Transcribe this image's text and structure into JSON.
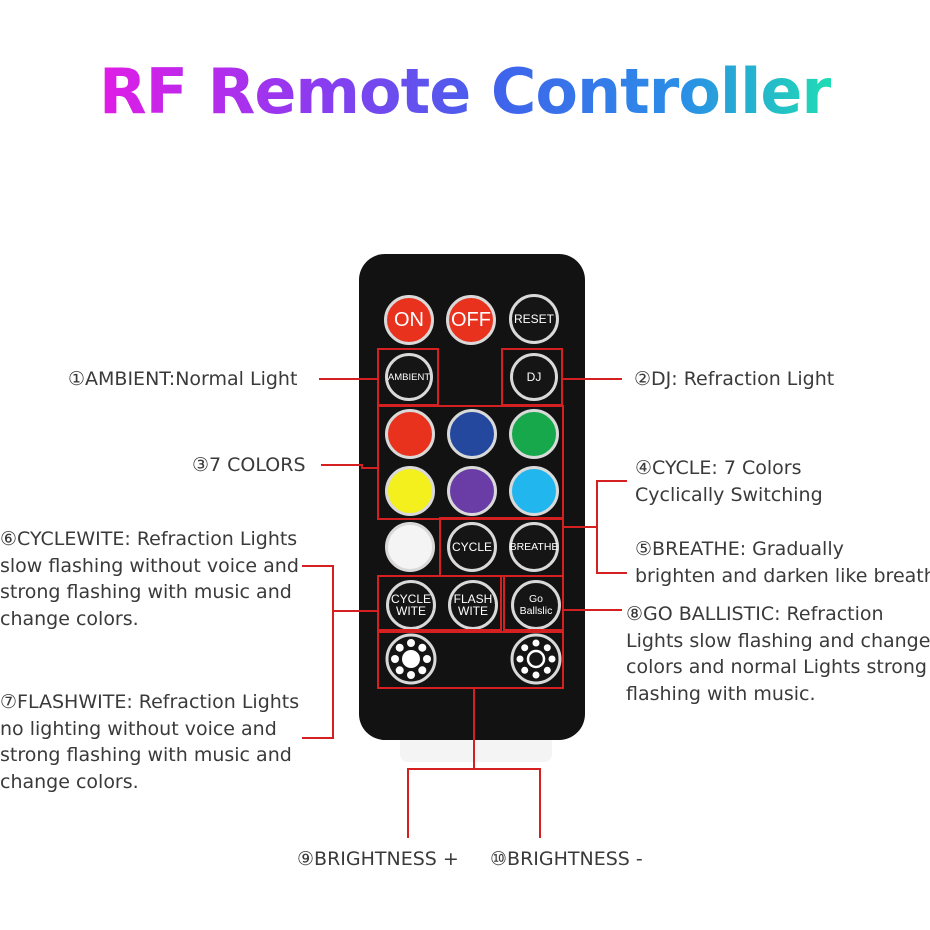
{
  "title": "RF Remote Controller",
  "colors": {
    "line": "#d42020",
    "remote_body": "#121212",
    "red": "#e8321e",
    "dark_blue": "#23489e",
    "green": "#17a84c",
    "yellow": "#f4f01e",
    "purple": "#6a3ca6",
    "cyan": "#22b6ee",
    "white": "#f4f4f4",
    "black_button": "#151515"
  },
  "remote": {
    "buttons": {
      "on": "ON",
      "off": "OFF",
      "reset": "RESET",
      "ambient": "AMBIENT",
      "dj": "DJ",
      "cycle": "CYCLE",
      "breathe": "BREATHE",
      "cycle_wite": [
        "CYCLE",
        "WITE"
      ],
      "flash_wite": [
        "FLASH",
        "WITE"
      ],
      "go_ballistic": [
        "Go",
        "Ballslic"
      ]
    },
    "color_buttons": [
      "red",
      "dark-blue",
      "green",
      "yellow",
      "purple",
      "cyan",
      "white"
    ],
    "brightness_icons": [
      "brightness-up-icon",
      "brightness-down-icon"
    ]
  },
  "labels": {
    "ambient": [
      "①AMBIENT:Normal Light"
    ],
    "dj": [
      "②DJ: Refraction Light"
    ],
    "colors": [
      "③7 COLORS"
    ],
    "cycle": [
      "④CYCLE: 7 Colors",
      "Cyclically Switching"
    ],
    "breathe": [
      "⑤BREATHE: Gradually",
      "brighten and darken like breath"
    ],
    "cyclewite": [
      "⑥CYCLEWITE: Refraction Lights",
      "slow flashing without voice and",
      "strong flashing with music and",
      "change colors."
    ],
    "flashwite": [
      "⑦FLASHWITE: Refraction Lights",
      "no lighting without voice and",
      "strong flashing with music and",
      "change colors."
    ],
    "go_ballistic": [
      "⑧GO BALLISTIC: Refraction",
      "Lights slow flashing and change",
      "colors and normal Lights strong",
      "flashing with music."
    ],
    "brightness_up": [
      "⑨BRIGHTNESS +"
    ],
    "brightness_down": [
      "⑩BRIGHTNESS -"
    ]
  }
}
